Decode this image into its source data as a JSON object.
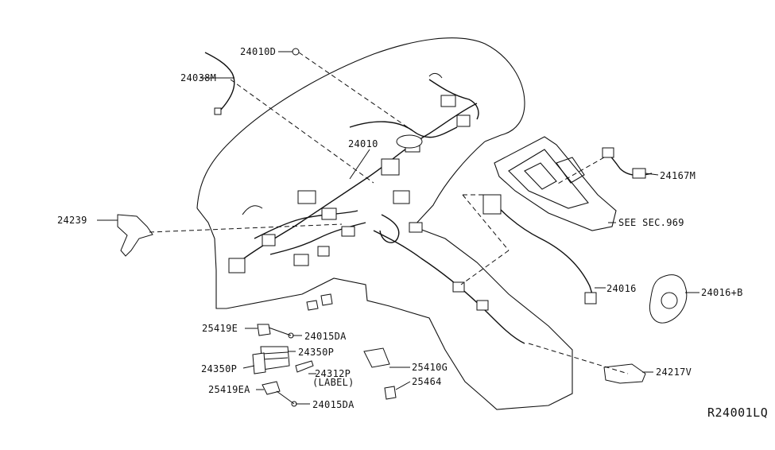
{
  "labels": {
    "p24010D": "24010D",
    "p24038M": "24038M",
    "p24010": "24010",
    "p24239": "24239",
    "p24167M": "24167M",
    "seeSec": "SEE SEC.969",
    "p24016": "24016",
    "p24016B": "24016+B",
    "p25419E": "25419E",
    "p24015DA_a": "24015DA",
    "p24350P_a": "24350P",
    "p24350P_b": "24350P",
    "p24312P": "24312P",
    "p24312P_sub": "(LABEL)",
    "p25410G": "25410G",
    "p25464": "25464",
    "p25419EA": "25419EA",
    "p24015DA_b": "24015DA",
    "p24217V": "24217V"
  },
  "drawing_ref": "R24001LQ"
}
